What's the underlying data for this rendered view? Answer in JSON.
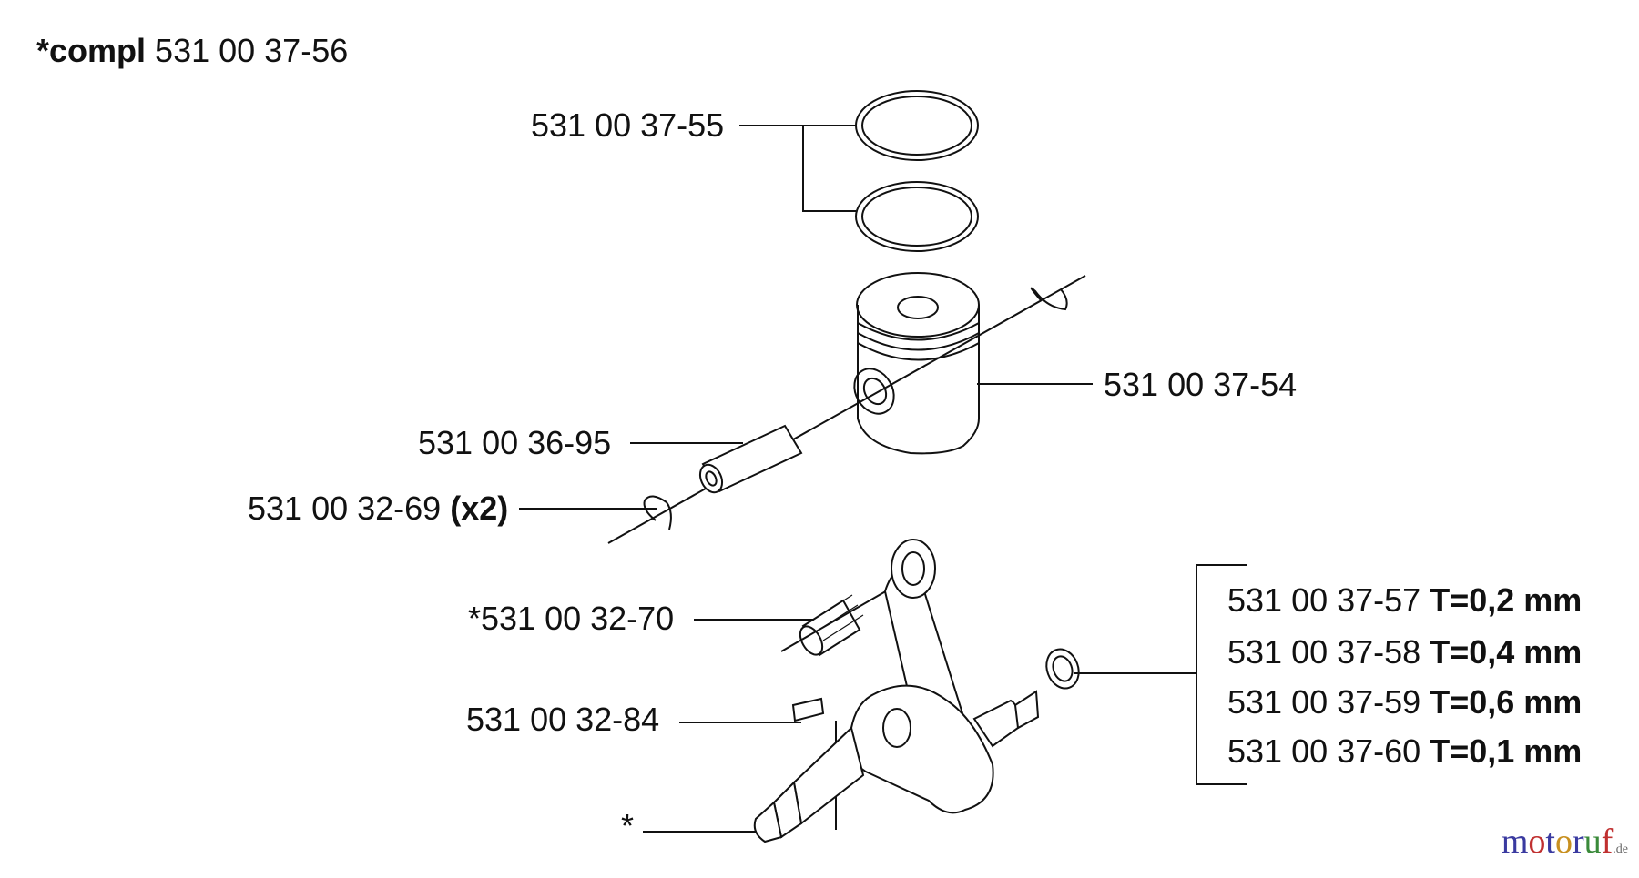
{
  "header": {
    "prefix": "*compl",
    "part": "531 00 37-56"
  },
  "callouts": {
    "rings": "531 00 37-55",
    "piston": "531 00 37-54",
    "pin": "531 00 36-95",
    "circlip": "531 00 32-69",
    "circlip_qty": "(x2)",
    "bearing": "*531 00 32-70",
    "key": "531 00 32-84",
    "crank": "*"
  },
  "shims": [
    {
      "part": "531 00 37-57",
      "spec": "T=0,2 mm"
    },
    {
      "part": "531 00 37-58",
      "spec": "T=0,4 mm"
    },
    {
      "part": "531 00 37-59",
      "spec": "T=0,6 mm"
    },
    {
      "part": "531 00 37-60",
      "spec": "T=0,1 mm"
    }
  ],
  "watermark": {
    "letters": [
      "m",
      "o",
      "t",
      "o",
      "r",
      "u",
      "f"
    ],
    "letter_colors": [
      "#3a3aa0",
      "#c03030",
      "#3a3aa0",
      "#c89020",
      "#3a3aa0",
      "#3a8a3a",
      "#c03030"
    ],
    "tld": ".de"
  }
}
